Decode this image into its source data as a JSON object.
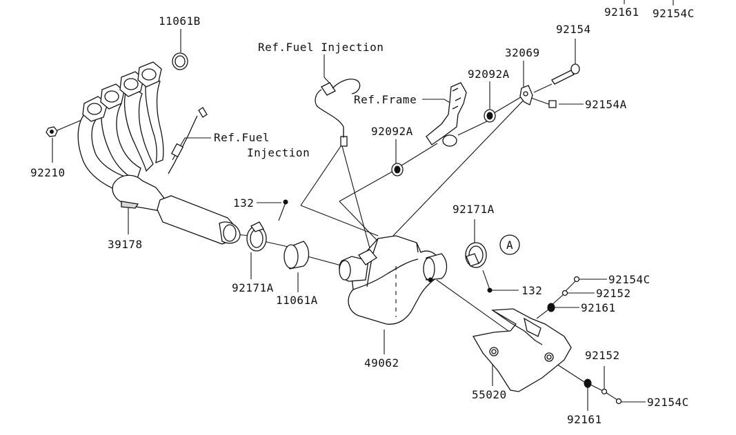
{
  "labels": {
    "l_11061b": "11061B",
    "l_92210": "92210",
    "l_39178": "39178",
    "l_ref_fuel_injection_left_1": "Ref.Fuel",
    "l_ref_fuel_injection_left_2": "Injection",
    "l_ref_fuel_injection_top": "Ref.Fuel Injection",
    "l_132_left": "132",
    "l_92171a_left": "92171A",
    "l_11061a": "11061A",
    "l_49062": "49062",
    "l_ref_frame": "Ref.Frame",
    "l_92092a_top": "92092A",
    "l_92092a_left": "92092A",
    "l_32069": "32069",
    "l_92154_top": "92154",
    "l_92154a": "92154A",
    "l_92161_topcut": "92161",
    "l_92154c_topcut": "92154C",
    "l_92171a_right": "92171A",
    "l_callout_a": "A",
    "l_132_right": "132",
    "l_92154c_mid": "92154C",
    "l_92152_mid": "92152",
    "l_92161_mid": "92161",
    "l_55020": "55020",
    "l_92152_low": "92152",
    "l_92161_low": "92161",
    "l_92154c_low": "92154C"
  }
}
